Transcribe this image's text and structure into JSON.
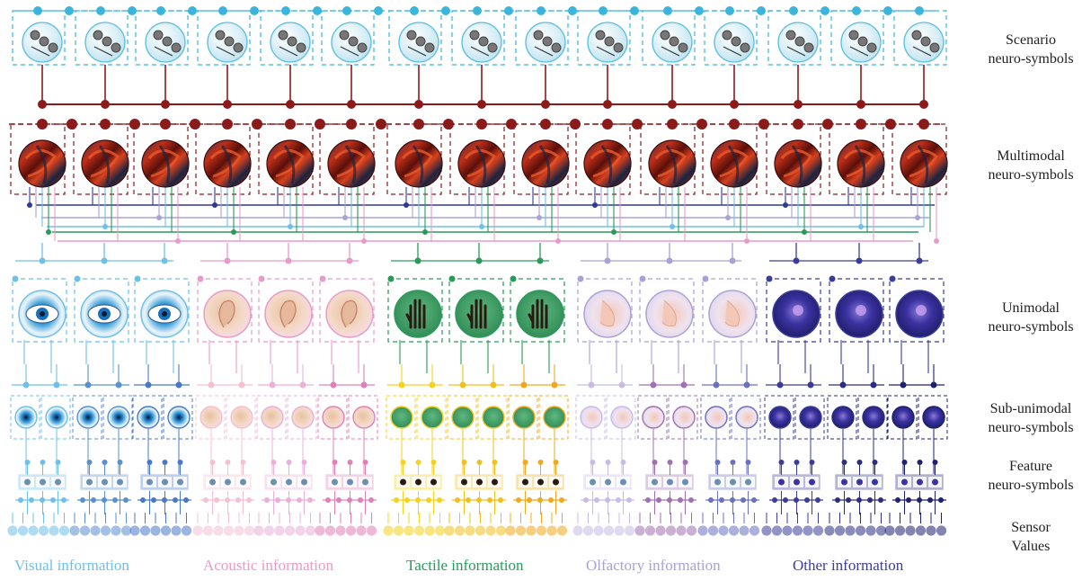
{
  "row_labels": {
    "scenario": [
      "Scenario",
      "neuro-symbols"
    ],
    "multimodal": [
      "Multimodal",
      "neuro-symbols"
    ],
    "unimodal": [
      "Unimodal",
      "neuro-symbols"
    ],
    "subunimodal": [
      "Sub-unimodal",
      "neuro-symbols"
    ],
    "feature": [
      "Feature",
      "neuro-symbols"
    ],
    "sensor": [
      "Sensor",
      "Values"
    ]
  },
  "modalities": [
    {
      "key": "visual",
      "label": "Visual information",
      "color": "#6fc0e8",
      "icon": "eye-icon"
    },
    {
      "key": "acoustic",
      "label": "Acoustic information",
      "color": "#e79bc9",
      "icon": "ear-icon"
    },
    {
      "key": "tactile",
      "label": "Tactile information",
      "color": "#2a9a5a",
      "icon": "hand-icon"
    },
    {
      "key": "olfactory",
      "label": "Olfactory information",
      "color": "#a9a2d4",
      "icon": "nose-icon"
    },
    {
      "key": "other",
      "label": "Other information",
      "color": "#3a3d9a",
      "icon": "other-sense-icon"
    }
  ],
  "colors": {
    "scenario": "#3bb5dc",
    "multimodal": "#8b1a1a",
    "tactile_sub": "#f4d21e",
    "tactile_sub2": "#f0a81e"
  },
  "scenario_count": 15,
  "multimodal_count": 15
}
